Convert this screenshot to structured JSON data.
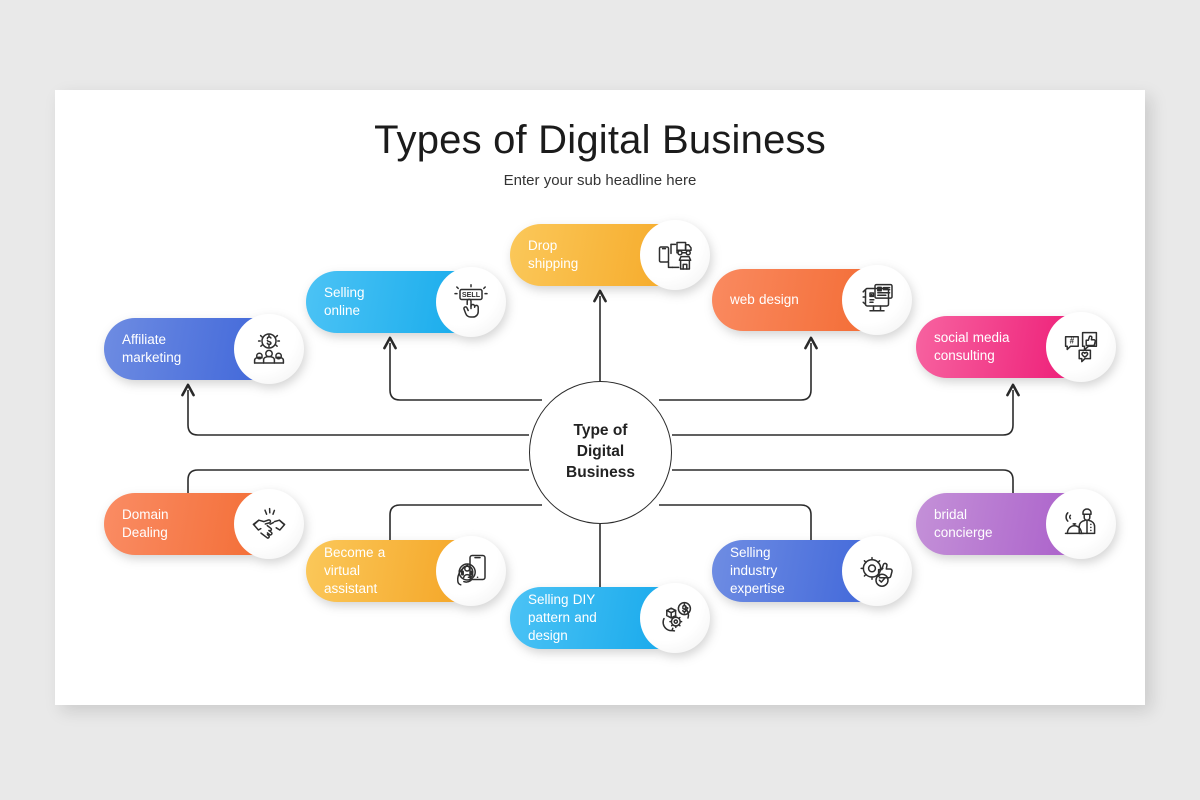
{
  "slide": {
    "title": "Types of Digital Business",
    "subtitle": "Enter your sub headline here",
    "background_color": "#e9e9e9",
    "canvas_color": "#ffffff"
  },
  "hub": {
    "label": "Type of\nDigital\nBusiness",
    "line1": "Type of",
    "line2": "Digital",
    "line3": "Business",
    "shape": "circle",
    "border_color": "#2b2b2b"
  },
  "connector": {
    "stroke_color": "#2b2b2b",
    "style": "orthogonal-rounded-arrow"
  },
  "nodes": [
    {
      "id": "affiliate-marketing",
      "label": "Affiliate marketing",
      "line1": "Affiliate",
      "line2": "marketing",
      "icon": "people-dollar-icon",
      "color_start": "#6e8ce2",
      "color_end": "#3a62d8",
      "row": "top",
      "order": 1
    },
    {
      "id": "selling-online",
      "label": "Selling online",
      "line1": "Selling",
      "line2": "online",
      "icon": "sell-button-cursor-icon",
      "color_start": "#4cc3f5",
      "color_end": "#10a8ea",
      "row": "top",
      "order": 2
    },
    {
      "id": "drop-shipping",
      "label": "Drop shipping",
      "line1": "Drop",
      "line2": "shipping",
      "icon": "delivery-truck-shop-icon",
      "color_start": "#fbc85a",
      "color_end": "#f5a623",
      "row": "top",
      "order": 3
    },
    {
      "id": "web-design",
      "label": "web design",
      "line1": "web design",
      "line2": "",
      "icon": "monitor-webpage-icon",
      "color_start": "#fa8a60",
      "color_end": "#f2682f",
      "row": "top",
      "order": 4
    },
    {
      "id": "social-media-consulting",
      "label": "social media consulting",
      "line1": "social media",
      "line2": "consulting",
      "icon": "speech-bubbles-thumbsup-icon",
      "color_start": "#f763a0",
      "color_end": "#ec1271",
      "row": "top",
      "order": 5
    },
    {
      "id": "domain-dealing",
      "label": "Domain Dealing",
      "line1": "Domain",
      "line2": "Dealing",
      "icon": "handshake-icon",
      "color_start": "#fa8c64",
      "color_end": "#f2692f",
      "row": "bottom",
      "order": 1
    },
    {
      "id": "become-a-virtual-assistant",
      "label": "Become a virtual assistant",
      "line1": "Become  a",
      "line2": "virtual",
      "line3": "assistant",
      "icon": "headset-phone-icon",
      "color_start": "#fbc85a",
      "color_end": "#f3a01f",
      "row": "bottom",
      "order": 2
    },
    {
      "id": "selling-diy-pattern-and-design",
      "label": "Selling DIY pattern and design",
      "line1": "Selling DIY",
      "line2": "pattern and",
      "line3": "design",
      "icon": "gear-box-dollar-icon",
      "color_start": "#4cc3f5",
      "color_end": "#0fa5ea",
      "row": "bottom",
      "order": 3
    },
    {
      "id": "selling-industry-expertise",
      "label": "Selling industry expertise",
      "line1": "Selling",
      "line2": "industry",
      "line3": "expertise",
      "icon": "gear-thumbsup-check-icon",
      "color_start": "#6f8de3",
      "color_end": "#3a62d8",
      "row": "bottom",
      "order": 4
    },
    {
      "id": "bridal-concierge",
      "label": "bridal concierge",
      "line1": "bridal",
      "line2": "concierge",
      "icon": "concierge-bell-person-icon",
      "color_start": "#c491d8",
      "color_end": "#a759c8",
      "row": "bottom",
      "order": 5
    }
  ]
}
